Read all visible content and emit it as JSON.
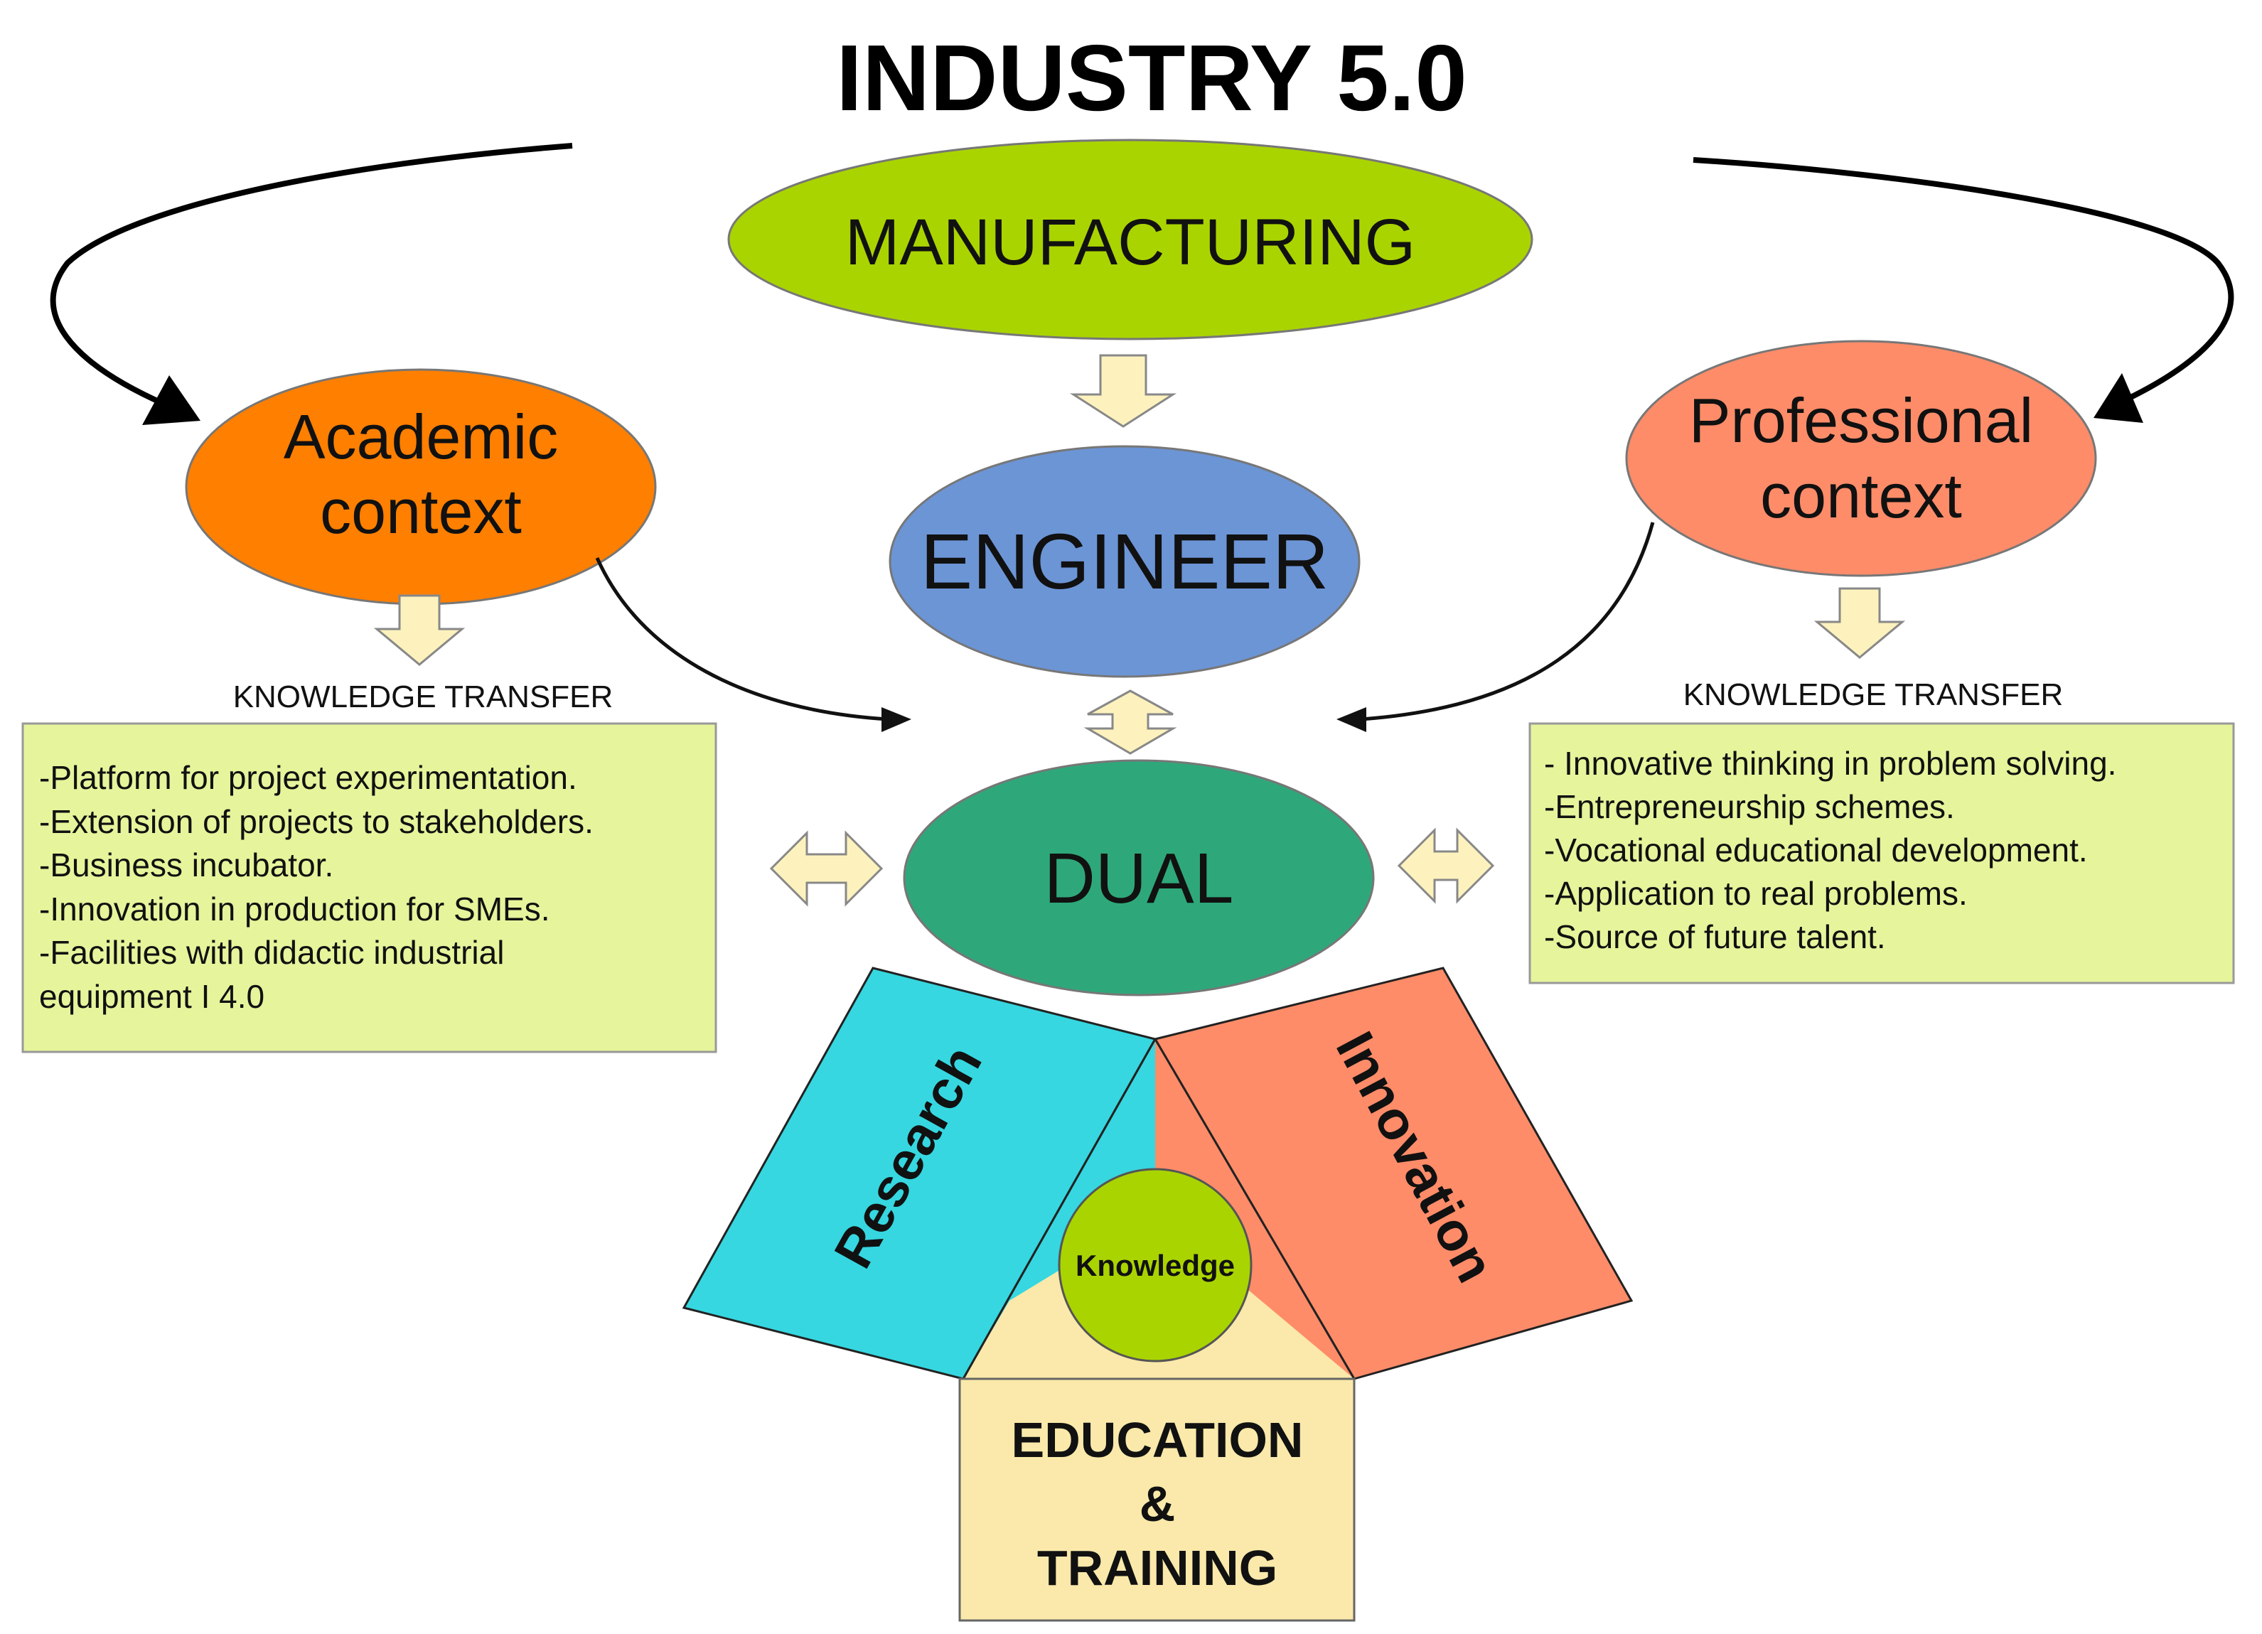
{
  "title": "INDUSTRY 5.0",
  "nodes": {
    "manufacturing": "MANUFACTURING",
    "academic": [
      "Academic",
      "context"
    ],
    "professional": [
      "Professional",
      "context"
    ],
    "engineer": "ENGINEER",
    "dual": "DUAL",
    "research": "Research",
    "innovation": "Innovation",
    "knowledge": "Knowledge",
    "education": [
      "EDUCATION",
      "&",
      "TRAINING"
    ]
  },
  "knowledge_transfer_label": "KNOWLEDGE TRANSFER",
  "academic_box": {
    "items": [
      "-Platform for project experimentation.",
      "-Extension of projects to stakeholders.",
      "-Business incubator.",
      "-Innovation in production for SMEs.",
      "-Facilities with didactic industrial",
      "equipment I 4.0"
    ]
  },
  "professional_box": {
    "items": [
      "- Innovative thinking in problem solving.",
      "-Entrepreneurship schemes.",
      "-Vocational educational development.",
      "-Application to real problems.",
      "-Source of future talent."
    ]
  },
  "colors": {
    "manufacturing": "#aad400",
    "academic": "#ff7f00",
    "professional": "#ff8c69",
    "engineer": "#6c95d6",
    "dual": "#2ea87a",
    "research": "#36d7e0",
    "innovation": "#ff8c69",
    "knowledge": "#aad400",
    "education": "#fae9aa",
    "info_box": "#e6f49c",
    "arrow_fill": "#fdf2bd"
  }
}
